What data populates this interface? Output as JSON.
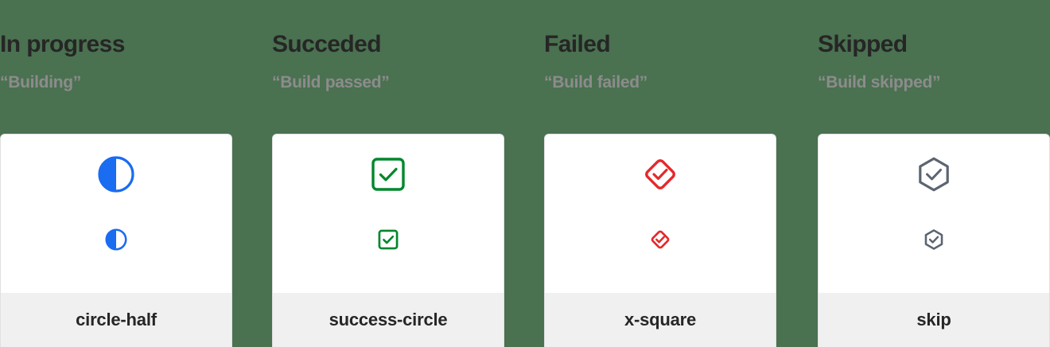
{
  "page": {
    "background_color": "#4a7150",
    "card_background": "#ffffff",
    "card_footer_background": "#f0f0f0",
    "card_border_color": "#e0e0e0",
    "title_color": "#262626",
    "subtitle_color": "#8c8c8c"
  },
  "columns": [
    {
      "title": "In progress",
      "subtitle": "“Building”",
      "icon_name": "circle-half-icon",
      "icon_label": "circle-half",
      "icon_color": "#1a6cf0"
    },
    {
      "title": "Succeded",
      "subtitle": "“Build passed”",
      "icon_name": "success-circle-icon",
      "icon_label": "success-circle",
      "icon_color": "#00872b"
    },
    {
      "title": "Failed",
      "subtitle": "“Build failed”",
      "icon_name": "x-square-icon",
      "icon_label": "x-square",
      "icon_color": "#e5282a"
    },
    {
      "title": "Skipped",
      "subtitle": "“Build skipped”",
      "icon_name": "skip-icon",
      "icon_label": "skip",
      "icon_color": "#5c6472"
    }
  ]
}
